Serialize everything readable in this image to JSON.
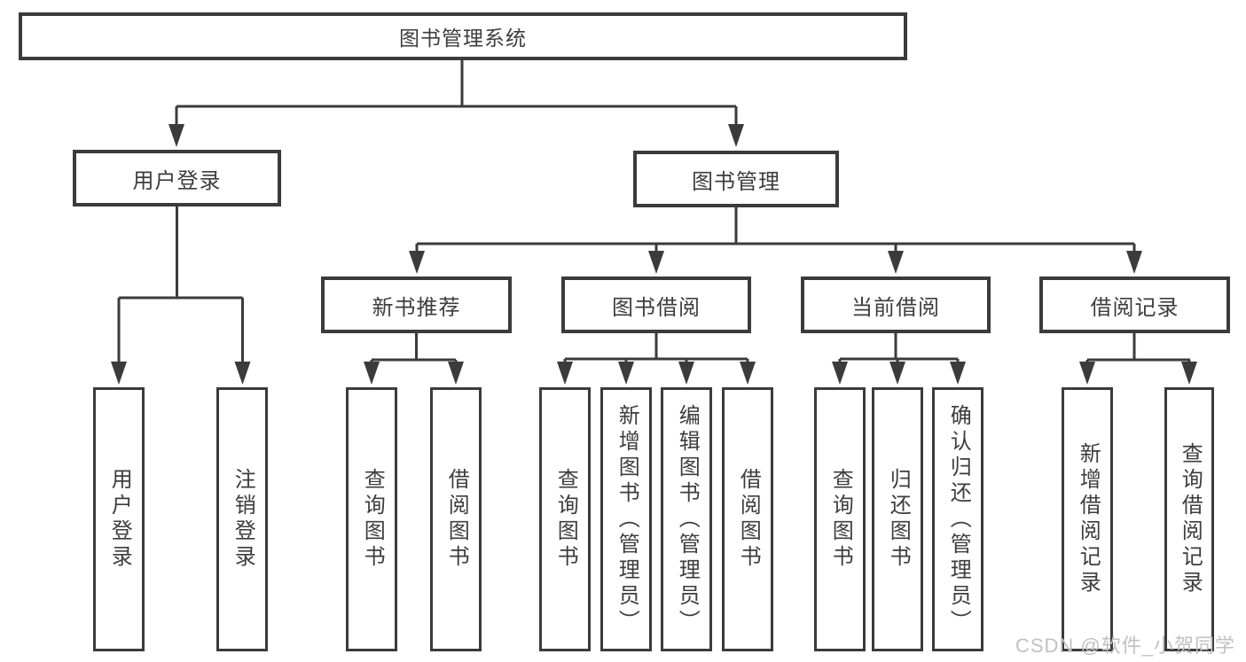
{
  "diagram": {
    "root": {
      "label": "图书管理系统"
    },
    "user_login": {
      "label": "用户登录",
      "children": [
        {
          "label": "用户登录"
        },
        {
          "label": "注销登录"
        }
      ]
    },
    "book_management": {
      "label": "图书管理",
      "sections": [
        {
          "label": "新书推荐",
          "children": [
            {
              "label": "查询图书"
            },
            {
              "label": "借阅图书"
            }
          ]
        },
        {
          "label": "图书借阅",
          "children": [
            {
              "label": "查询图书"
            },
            {
              "label": "新增图书（管理员）"
            },
            {
              "label": "编辑图书（管理员）"
            },
            {
              "label": "借阅图书"
            }
          ]
        },
        {
          "label": "当前借阅",
          "children": [
            {
              "label": "查询图书"
            },
            {
              "label": "归还图书"
            },
            {
              "label": "确认归还（管理员）"
            }
          ]
        },
        {
          "label": "借阅记录",
          "children": [
            {
              "label": "新增借阅记录"
            },
            {
              "label": "查询借阅记录"
            }
          ]
        }
      ]
    }
  },
  "watermark": {
    "text": "CSDN @软件_小贺同学"
  },
  "colors": {
    "line": "#3b3b3b",
    "text": "#3d3d3d",
    "watermark": "#c1c1c1",
    "background": "#ffffff"
  }
}
